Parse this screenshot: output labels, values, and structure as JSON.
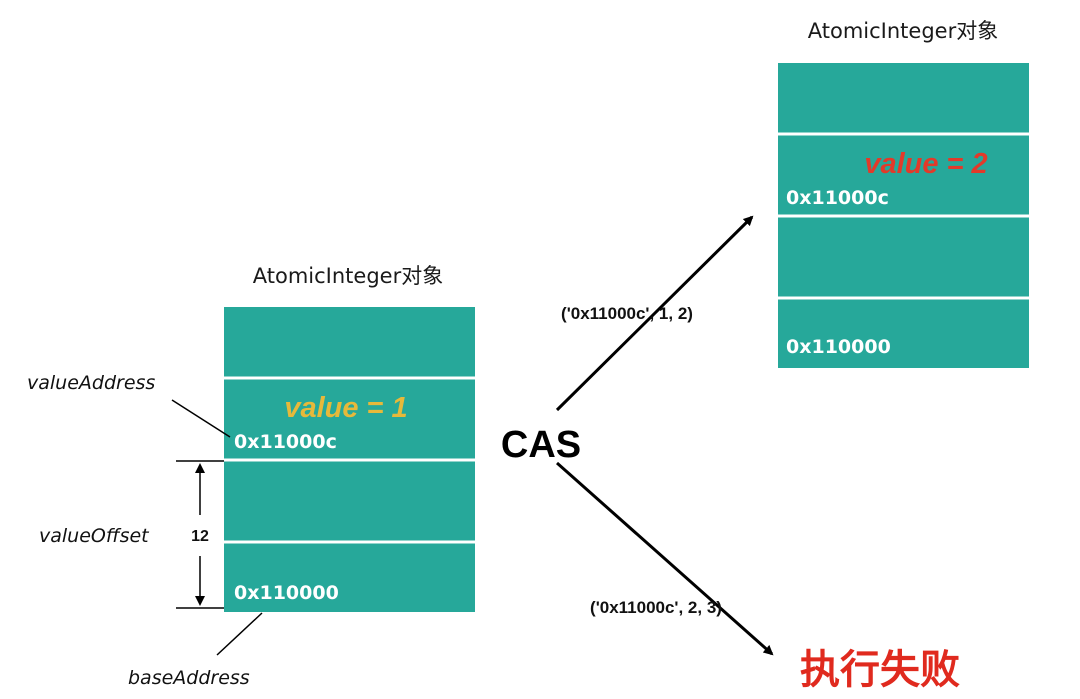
{
  "colors": {
    "cell_fill": "#26a89a",
    "cell_divider": "#ffffff",
    "value_old": "#e6b93a",
    "value_new": "#e23a2a",
    "fail": "#e02a1e",
    "line": "#000000"
  },
  "left_object": {
    "title": "AtomicInteger对象",
    "value_label": "value = 1",
    "value_address": "0x11000c",
    "base_address": "0x110000"
  },
  "right_object": {
    "title": "AtomicInteger对象",
    "value_label": "value = 2",
    "value_address": "0x11000c",
    "base_address": "0x110000"
  },
  "annotations": {
    "value_address_label": "valueAddress",
    "value_offset_label": "valueOffset",
    "offset_number": "12",
    "base_address_label": "baseAddress"
  },
  "operation": {
    "cas_label": "CAS",
    "success_args": "('0x11000c', 1, 2)",
    "fail_args": "('0x11000c', 2, 3)",
    "fail_result": "执行失败"
  }
}
